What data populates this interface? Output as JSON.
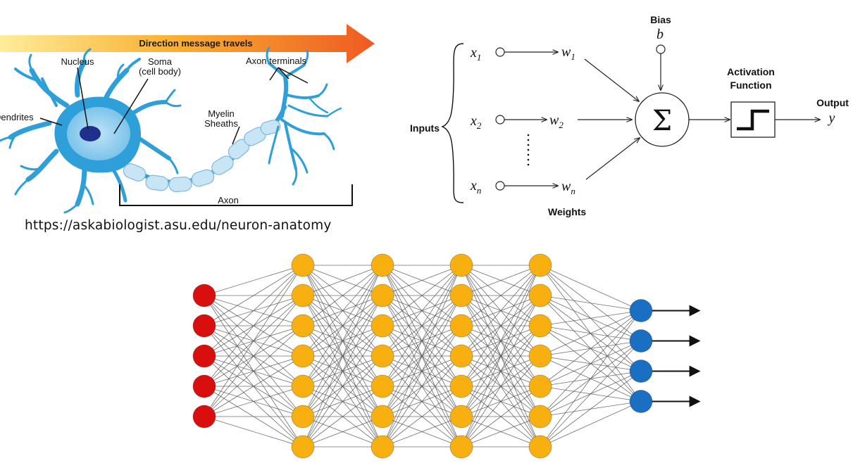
{
  "neuron_panel": {
    "arrow_label": "Direction message travels",
    "labels": {
      "nucleus": "Nucleus",
      "soma_line1": "Soma",
      "soma_line2": "(cell body)",
      "dendrites": "Dendrites",
      "axon_terminals": "Axon terminals",
      "myelin_line1": "Myelin",
      "myelin_line2": "Sheaths",
      "axon": "Axon"
    },
    "source_url": "https://askabiologist.asu.edu/neuron-anatomy",
    "colors": {
      "cell": "#2e9fd8",
      "nucleus": "#1e2f8c",
      "myelin": "#bfe0f2",
      "arrow_start": "#ffe680",
      "arrow_end": "#ef5a22"
    }
  },
  "perceptron_panel": {
    "bias_label": "Bias",
    "bias_symbol": "b",
    "inputs_label": "Inputs",
    "weights_label": "Weights",
    "activation_line1": "Activation",
    "activation_line2": "Function",
    "output_label": "Output",
    "output_symbol": "y",
    "sum_symbol": "Σ",
    "inputs": [
      {
        "base": "x",
        "sub": "1"
      },
      {
        "base": "x",
        "sub": "2"
      },
      {
        "base": "x",
        "sub": "n"
      }
    ],
    "weights": [
      {
        "base": "w",
        "sub": "1"
      },
      {
        "base": "w",
        "sub": "2"
      },
      {
        "base": "w",
        "sub": "n"
      }
    ]
  },
  "network_panel": {
    "layers": [
      {
        "role": "input",
        "count": 5,
        "color": "#d90f0f"
      },
      {
        "role": "hidden",
        "count": 7,
        "color": "#f7b00f"
      },
      {
        "role": "hidden",
        "count": 7,
        "color": "#f7b00f"
      },
      {
        "role": "hidden",
        "count": 7,
        "color": "#f7b00f"
      },
      {
        "role": "hidden",
        "count": 7,
        "color": "#f7b00f"
      },
      {
        "role": "output",
        "count": 4,
        "color": "#1a6fc2"
      }
    ],
    "edge_color": "#555555"
  }
}
